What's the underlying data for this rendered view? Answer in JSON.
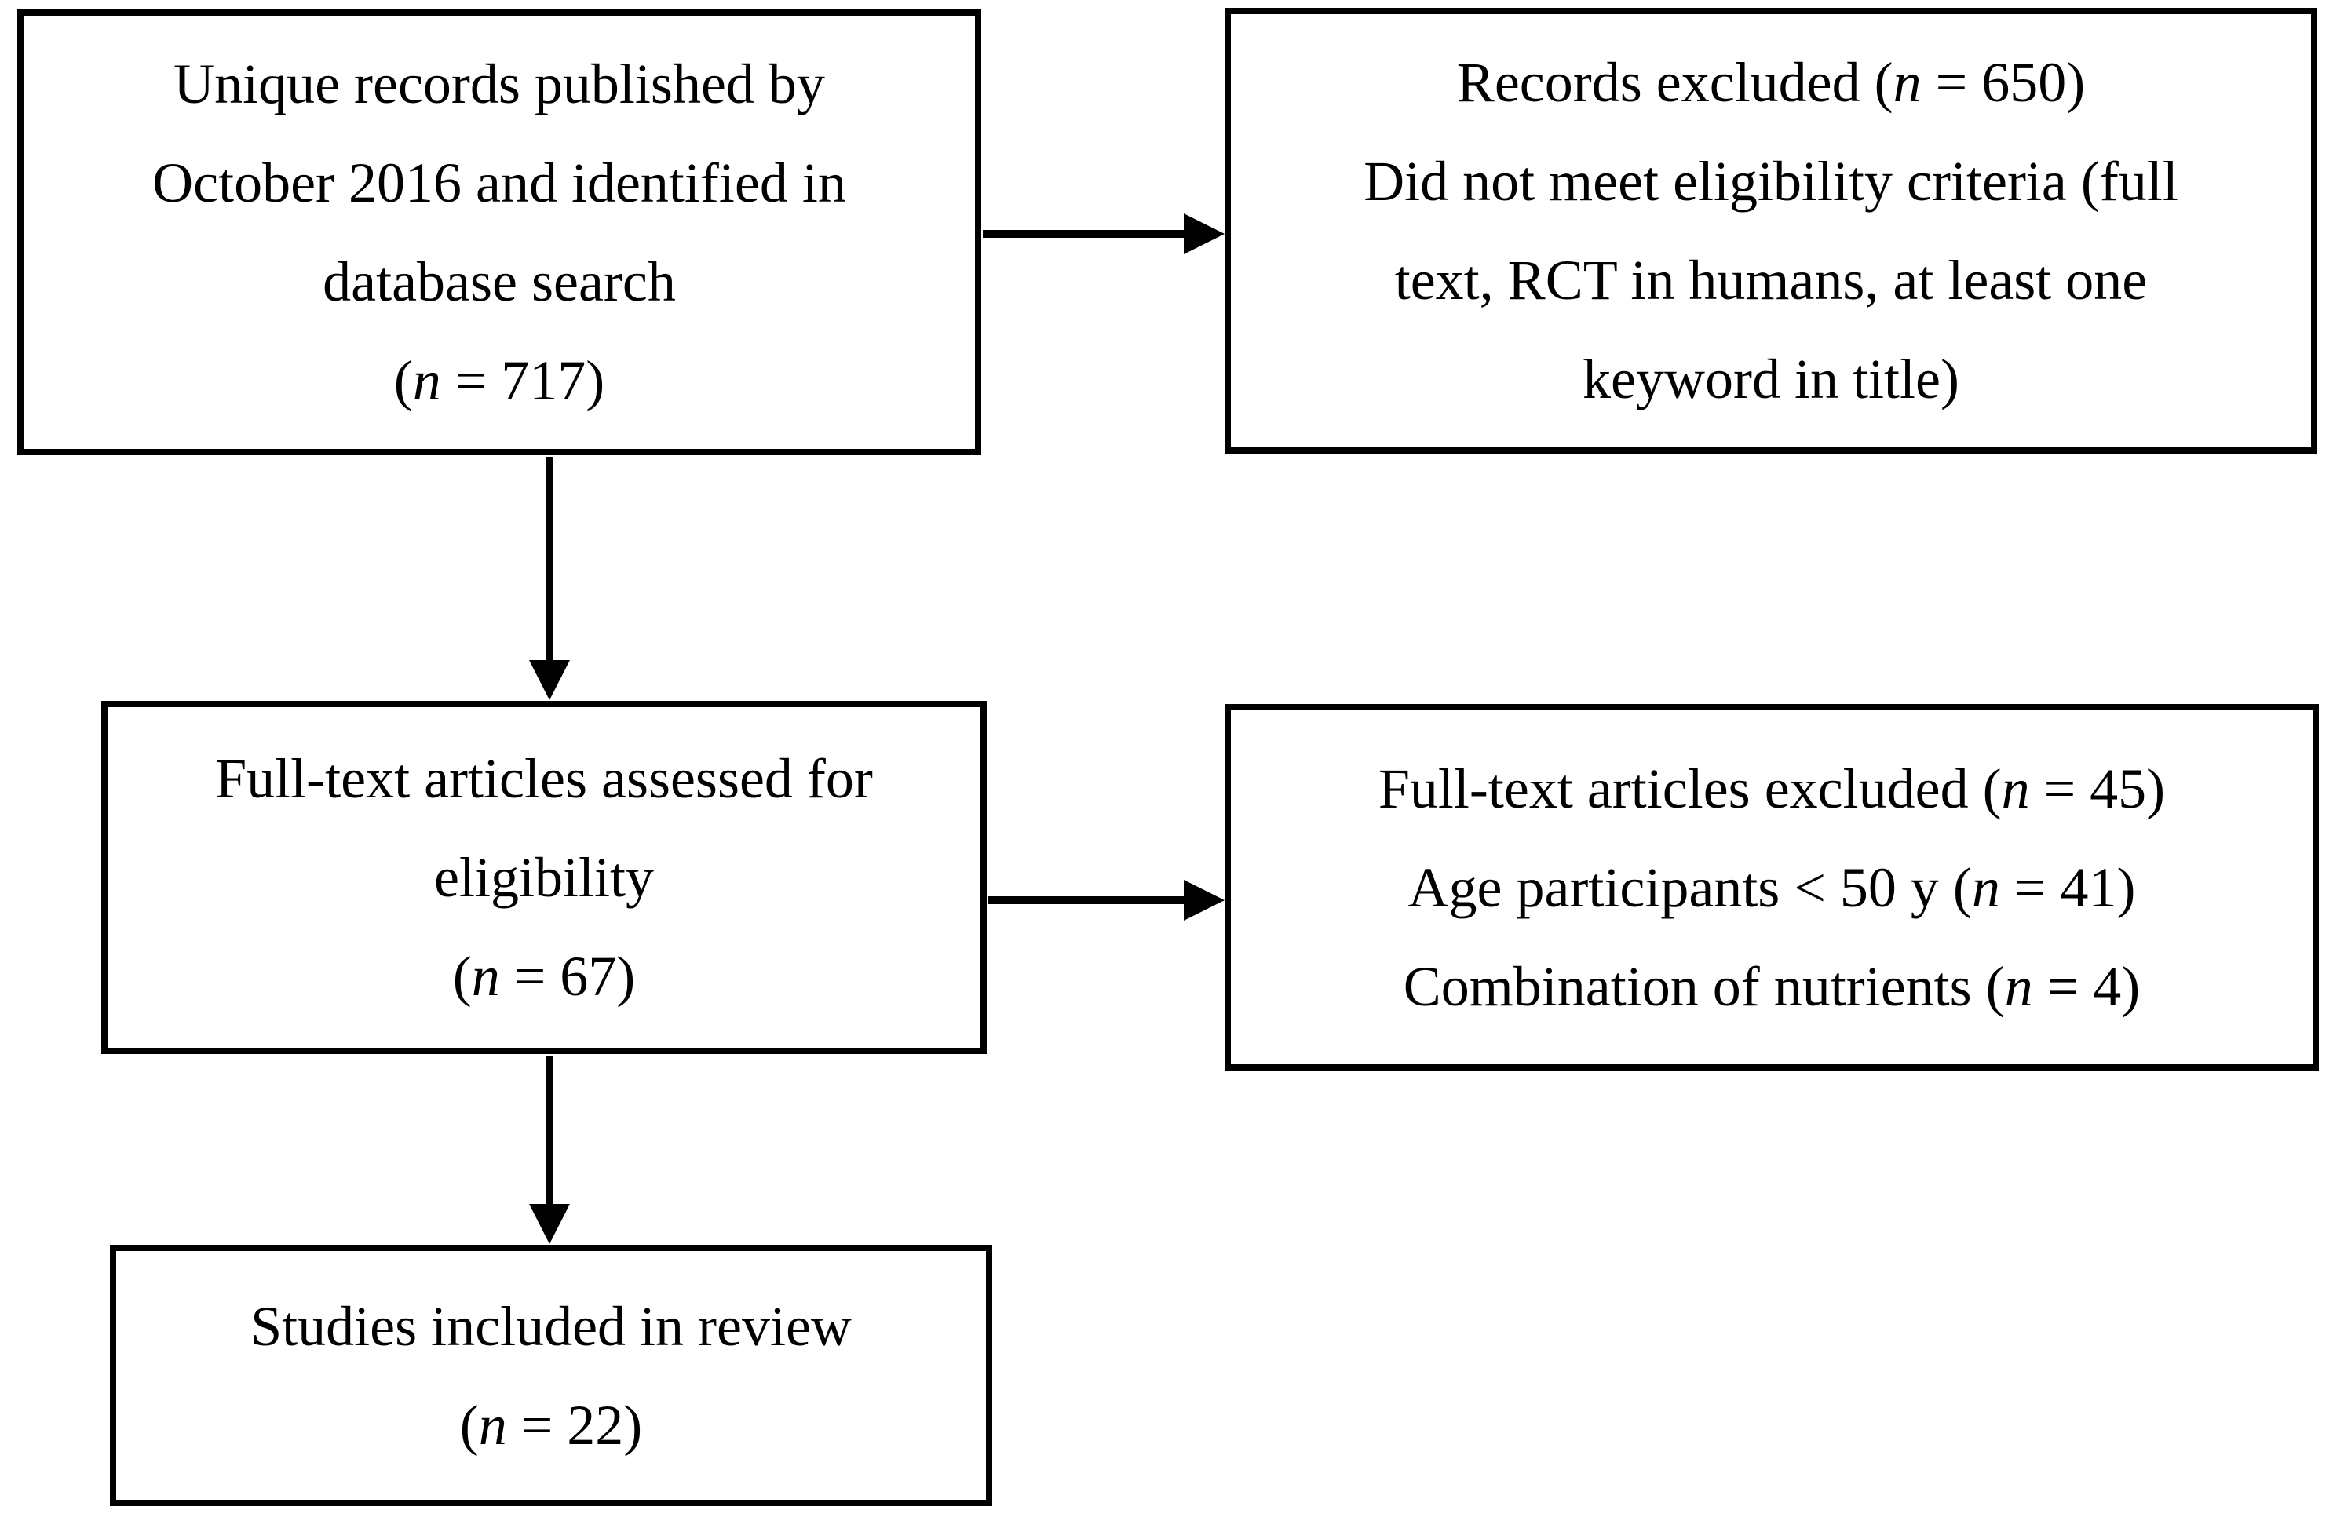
{
  "colors": {
    "ink": "#000000",
    "background": "#ffffff"
  },
  "boxes": [
    {
      "name": "records-identified",
      "lines": [
        [
          {
            "text": "Unique records published by"
          }
        ],
        [
          {
            "text": "October 2016 and identified in"
          }
        ],
        [
          {
            "text": "database search"
          }
        ],
        [
          {
            "text": "("
          },
          {
            "text": "n",
            "italic": true
          },
          {
            "text": " = 717)"
          }
        ]
      ]
    },
    {
      "name": "records-excluded",
      "lines": [
        [
          {
            "text": "Records excluded ("
          },
          {
            "text": "n",
            "italic": true
          },
          {
            "text": " = 650)"
          }
        ],
        [
          {
            "text": "Did not meet eligibility criteria (full"
          }
        ],
        [
          {
            "text": "text, RCT in humans, at least one"
          }
        ],
        [
          {
            "text": "keyword in title)"
          }
        ]
      ]
    },
    {
      "name": "fulltext-assessed",
      "lines": [
        [
          {
            "text": "Full-text articles assessed for"
          }
        ],
        [
          {
            "text": "eligibility"
          }
        ],
        [
          {
            "text": "("
          },
          {
            "text": "n",
            "italic": true
          },
          {
            "text": " = 67)"
          }
        ]
      ]
    },
    {
      "name": "fulltext-excluded",
      "lines": [
        [
          {
            "text": "Full-text articles excluded ("
          },
          {
            "text": "n",
            "italic": true
          },
          {
            "text": " = 45)"
          }
        ],
        [
          {
            "text": "Age participants < 50 y ("
          },
          {
            "text": "n",
            "italic": true
          },
          {
            "text": " = 41)"
          }
        ],
        [
          {
            "text": "Combination of nutrients ("
          },
          {
            "text": "n",
            "italic": true
          },
          {
            "text": " = 4)"
          }
        ]
      ]
    },
    {
      "name": "studies-included",
      "lines": [
        [
          {
            "text": "Studies included in review"
          }
        ],
        [
          {
            "text": "("
          },
          {
            "text": "n",
            "italic": true
          },
          {
            "text": " = 22)"
          }
        ]
      ]
    }
  ],
  "arrows": [
    {
      "from": "records-identified",
      "to": "records-excluded",
      "direction": "right"
    },
    {
      "from": "records-identified",
      "to": "fulltext-assessed",
      "direction": "down"
    },
    {
      "from": "fulltext-assessed",
      "to": "fulltext-excluded",
      "direction": "right"
    },
    {
      "from": "fulltext-assessed",
      "to": "studies-included",
      "direction": "down"
    }
  ]
}
